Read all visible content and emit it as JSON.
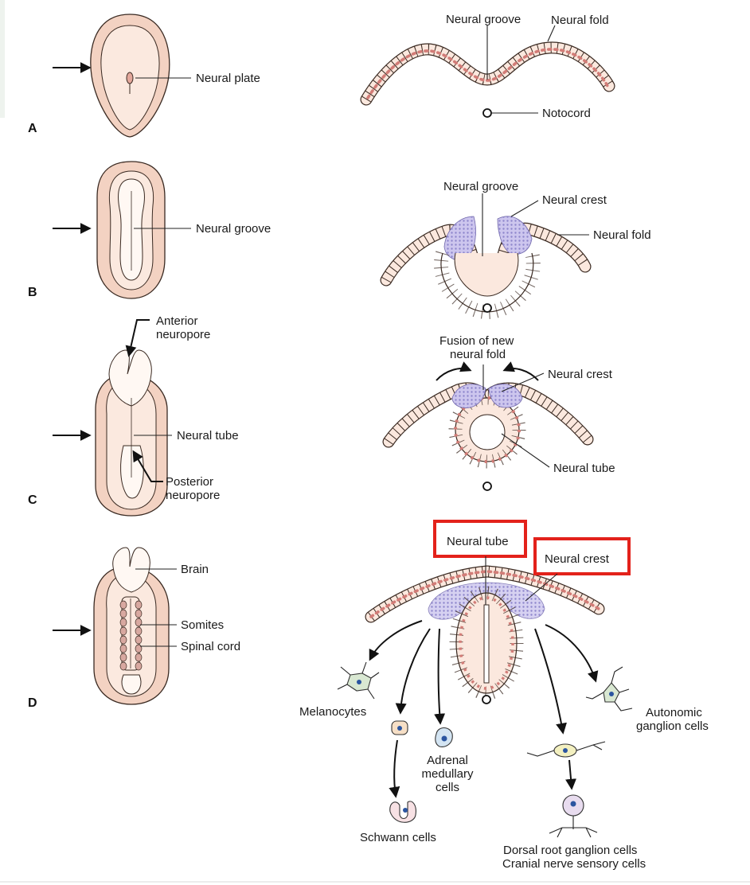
{
  "panels": [
    "A",
    "B",
    "C",
    "D"
  ],
  "labels": {
    "neural_plate": "Neural plate",
    "neural_groove_a": "Neural groove",
    "neural_fold_a": "Neural fold",
    "notocord": "Notocord",
    "neural_groove_b_embryo": "Neural groove",
    "neural_groove_b": "Neural groove",
    "neural_crest_b": "Neural crest",
    "neural_fold_b": "Neural fold",
    "anterior_neuropore": [
      "Anterior",
      "neuropore"
    ],
    "neural_tube_c_embryo": "Neural tube",
    "posterior_neuropore": [
      "Posterior",
      "neuropore"
    ],
    "fusion": [
      "Fusion of new",
      "neural fold"
    ],
    "neural_crest_c": "Neural crest",
    "neural_tube_c": "Neural tube",
    "brain": "Brain",
    "somites": "Somites",
    "spinal_cord": "Spinal cord",
    "neural_tube_d": "Neural tube",
    "neural_crest_d": "Neural crest",
    "melanocytes": "Melanocytes",
    "autonomic": [
      "Autonomic",
      "ganglion cells"
    ],
    "adrenal": [
      "Adrenal",
      "medullary",
      "cells"
    ],
    "schwann": "Schwann cells",
    "dorsal": [
      "Dorsal root ganglion cells",
      "Cranial nerve sensory cells"
    ]
  },
  "highlight_color": "#e3221b",
  "colors": {
    "tissue": "#fbe8de",
    "nucleus": "#d27c77",
    "crest": "#cdc6ee",
    "embryo": "#f3d2c2"
  }
}
